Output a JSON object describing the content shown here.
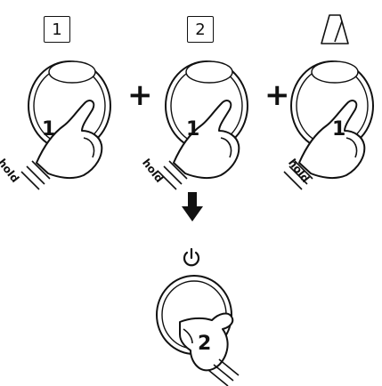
{
  "step1": {
    "button_labels": [
      "1",
      "2"
    ],
    "metronome_icon": "metronome-icon",
    "finger_number": "1",
    "hold_text": "hold",
    "plus_sign": "+"
  },
  "step2": {
    "power_icon": "power-icon",
    "finger_number": "2"
  },
  "arrow_icon": "arrow-down-icon"
}
